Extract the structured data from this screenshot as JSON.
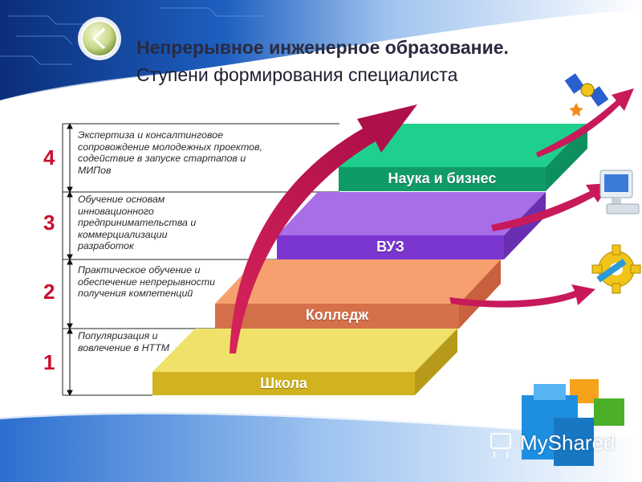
{
  "title": {
    "line1": "Непрерывное инженерное образование.",
    "line2": "Ступени формирования специалиста"
  },
  "levels": [
    {
      "number": "1",
      "label": "Школа",
      "description": "Популяризация и вовлечение в НТТМ",
      "color": "#e9d54a"
    },
    {
      "number": "2",
      "label": "Колледж",
      "description": "Практическое обучение и обеспечение непрерывности получения компетенций",
      "color": "#f6a070"
    },
    {
      "number": "3",
      "label": "ВУЗ",
      "description": "Обучение основам инновационного предпринимательства и коммерциализации разработок",
      "color": "#a86ee8"
    },
    {
      "number": "4",
      "label": "Наука и бизнес",
      "description": "Экспертиза и консалтинговое сопровождение молодежных проектов, содействие в запуске стартапов и МИПов",
      "color": "#1fcf8e"
    }
  ],
  "watermark": "MyShared",
  "icons": [
    "back-arrow-icon",
    "satellite-icon",
    "computer-icon",
    "gear-icon",
    "puzzle-cubes-icon"
  ]
}
